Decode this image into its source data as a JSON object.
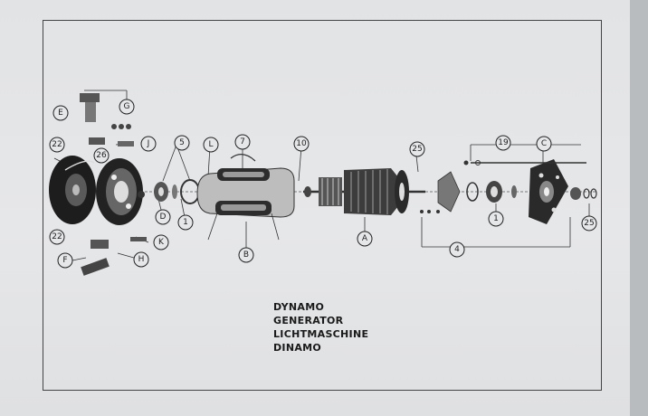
{
  "caption": [
    "DYNAMO",
    "GENERATOR",
    "LICHTMASCHINE",
    "DINAMO"
  ],
  "labels": {
    "E": "E",
    "G": "G",
    "22a": "22",
    "26": "26",
    "J": "J",
    "5": "5",
    "L": "L",
    "7": "7",
    "10": "10",
    "25a": "25",
    "19": "19",
    "C": "C",
    "D": "D",
    "1a": "1",
    "22b": "22",
    "K": "K",
    "F": "F",
    "H": "H",
    "B": "B",
    "A": "A",
    "4": "4",
    "1b": "1",
    "25b": "25"
  }
}
